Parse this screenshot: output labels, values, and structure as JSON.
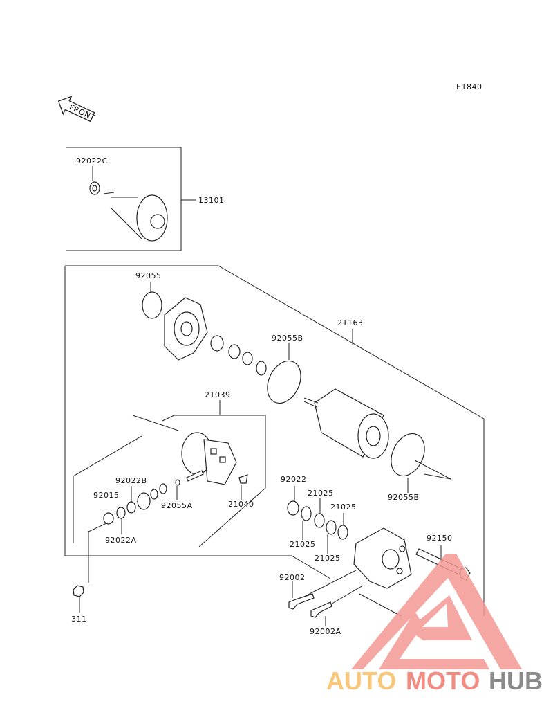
{
  "diagram_code": "E1840",
  "front_arrow_label": "FRONT",
  "parts": {
    "p92022C": "92022C",
    "p13101": "13101",
    "p92055": "92055",
    "p21163": "21163",
    "p92055B_top": "92055B",
    "p21039": "21039",
    "p92022B": "92022B",
    "p92015": "92015",
    "p92055A": "92055A",
    "p21040": "21040",
    "p92022A": "92022A",
    "p311": "311",
    "p92022": "92022",
    "p21025_a": "21025",
    "p21025_b": "21025",
    "p21025_c": "21025",
    "p21025_d": "21025",
    "p92055B_bottom": "92055B",
    "p92150": "92150",
    "p92002": "92002",
    "p92002A": "92002A"
  },
  "watermark": {
    "part1": "AUTO",
    "part2": "MOTO",
    "part3": "HUB",
    "colors": {
      "auto": "#f9c77a",
      "moto": "#f28b82",
      "hub": "#8a8a8a",
      "logo": "#f49a94"
    }
  }
}
